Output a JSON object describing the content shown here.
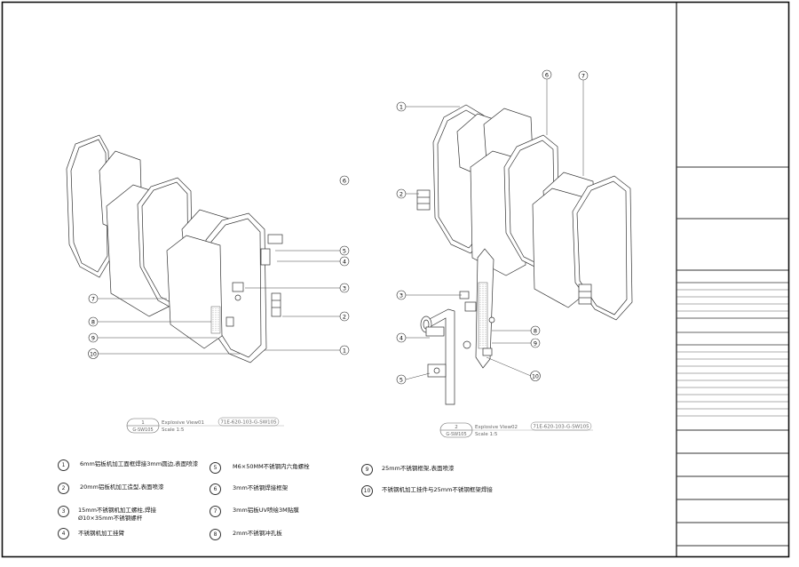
{
  "view1": {
    "number": "1",
    "sheet": "G-SW105",
    "title": "Explosive View01",
    "scale": "Scale 1:5",
    "code": "71E-620-103-G-SW105",
    "callouts": [
      "6",
      "5",
      "4",
      "3",
      "2",
      "1",
      "7",
      "8",
      "9",
      "10"
    ]
  },
  "view2": {
    "number": "2",
    "sheet": "G-SW105",
    "title": "Explosive View02",
    "scale": "Scale 1:5",
    "code": "71E-620-103-G-SW105",
    "callouts": [
      "6",
      "7",
      "1",
      "2",
      "3",
      "4",
      "5",
      "8",
      "9",
      "10"
    ]
  },
  "legend": [
    {
      "num": "1",
      "text": "6mm铝板机加工面框焊接3mm圆边,表面喷漆"
    },
    {
      "num": "2",
      "text": "20mm铝板机加工造型,表面喷漆"
    },
    {
      "num": "3",
      "text": "15mm不锈钢机加工螺柱,焊接Ø10×35mm不锈钢螺杆"
    },
    {
      "num": "4",
      "text": "不锈钢机加工挂臂"
    },
    {
      "num": "5",
      "text": "M6×50MM不锈钢内六角螺栓"
    },
    {
      "num": "6",
      "text": "3mm不锈钢焊接框架"
    },
    {
      "num": "7",
      "text": "3mm铝板UV喷绘3M贴膜"
    },
    {
      "num": "8",
      "text": "2mm不锈钢冲孔板"
    },
    {
      "num": "9",
      "text": "25mm不锈钢框架,表面喷漆"
    },
    {
      "num": "10",
      "text": "不锈钢机加工挂件与25mm不锈钢框架焊接"
    }
  ]
}
